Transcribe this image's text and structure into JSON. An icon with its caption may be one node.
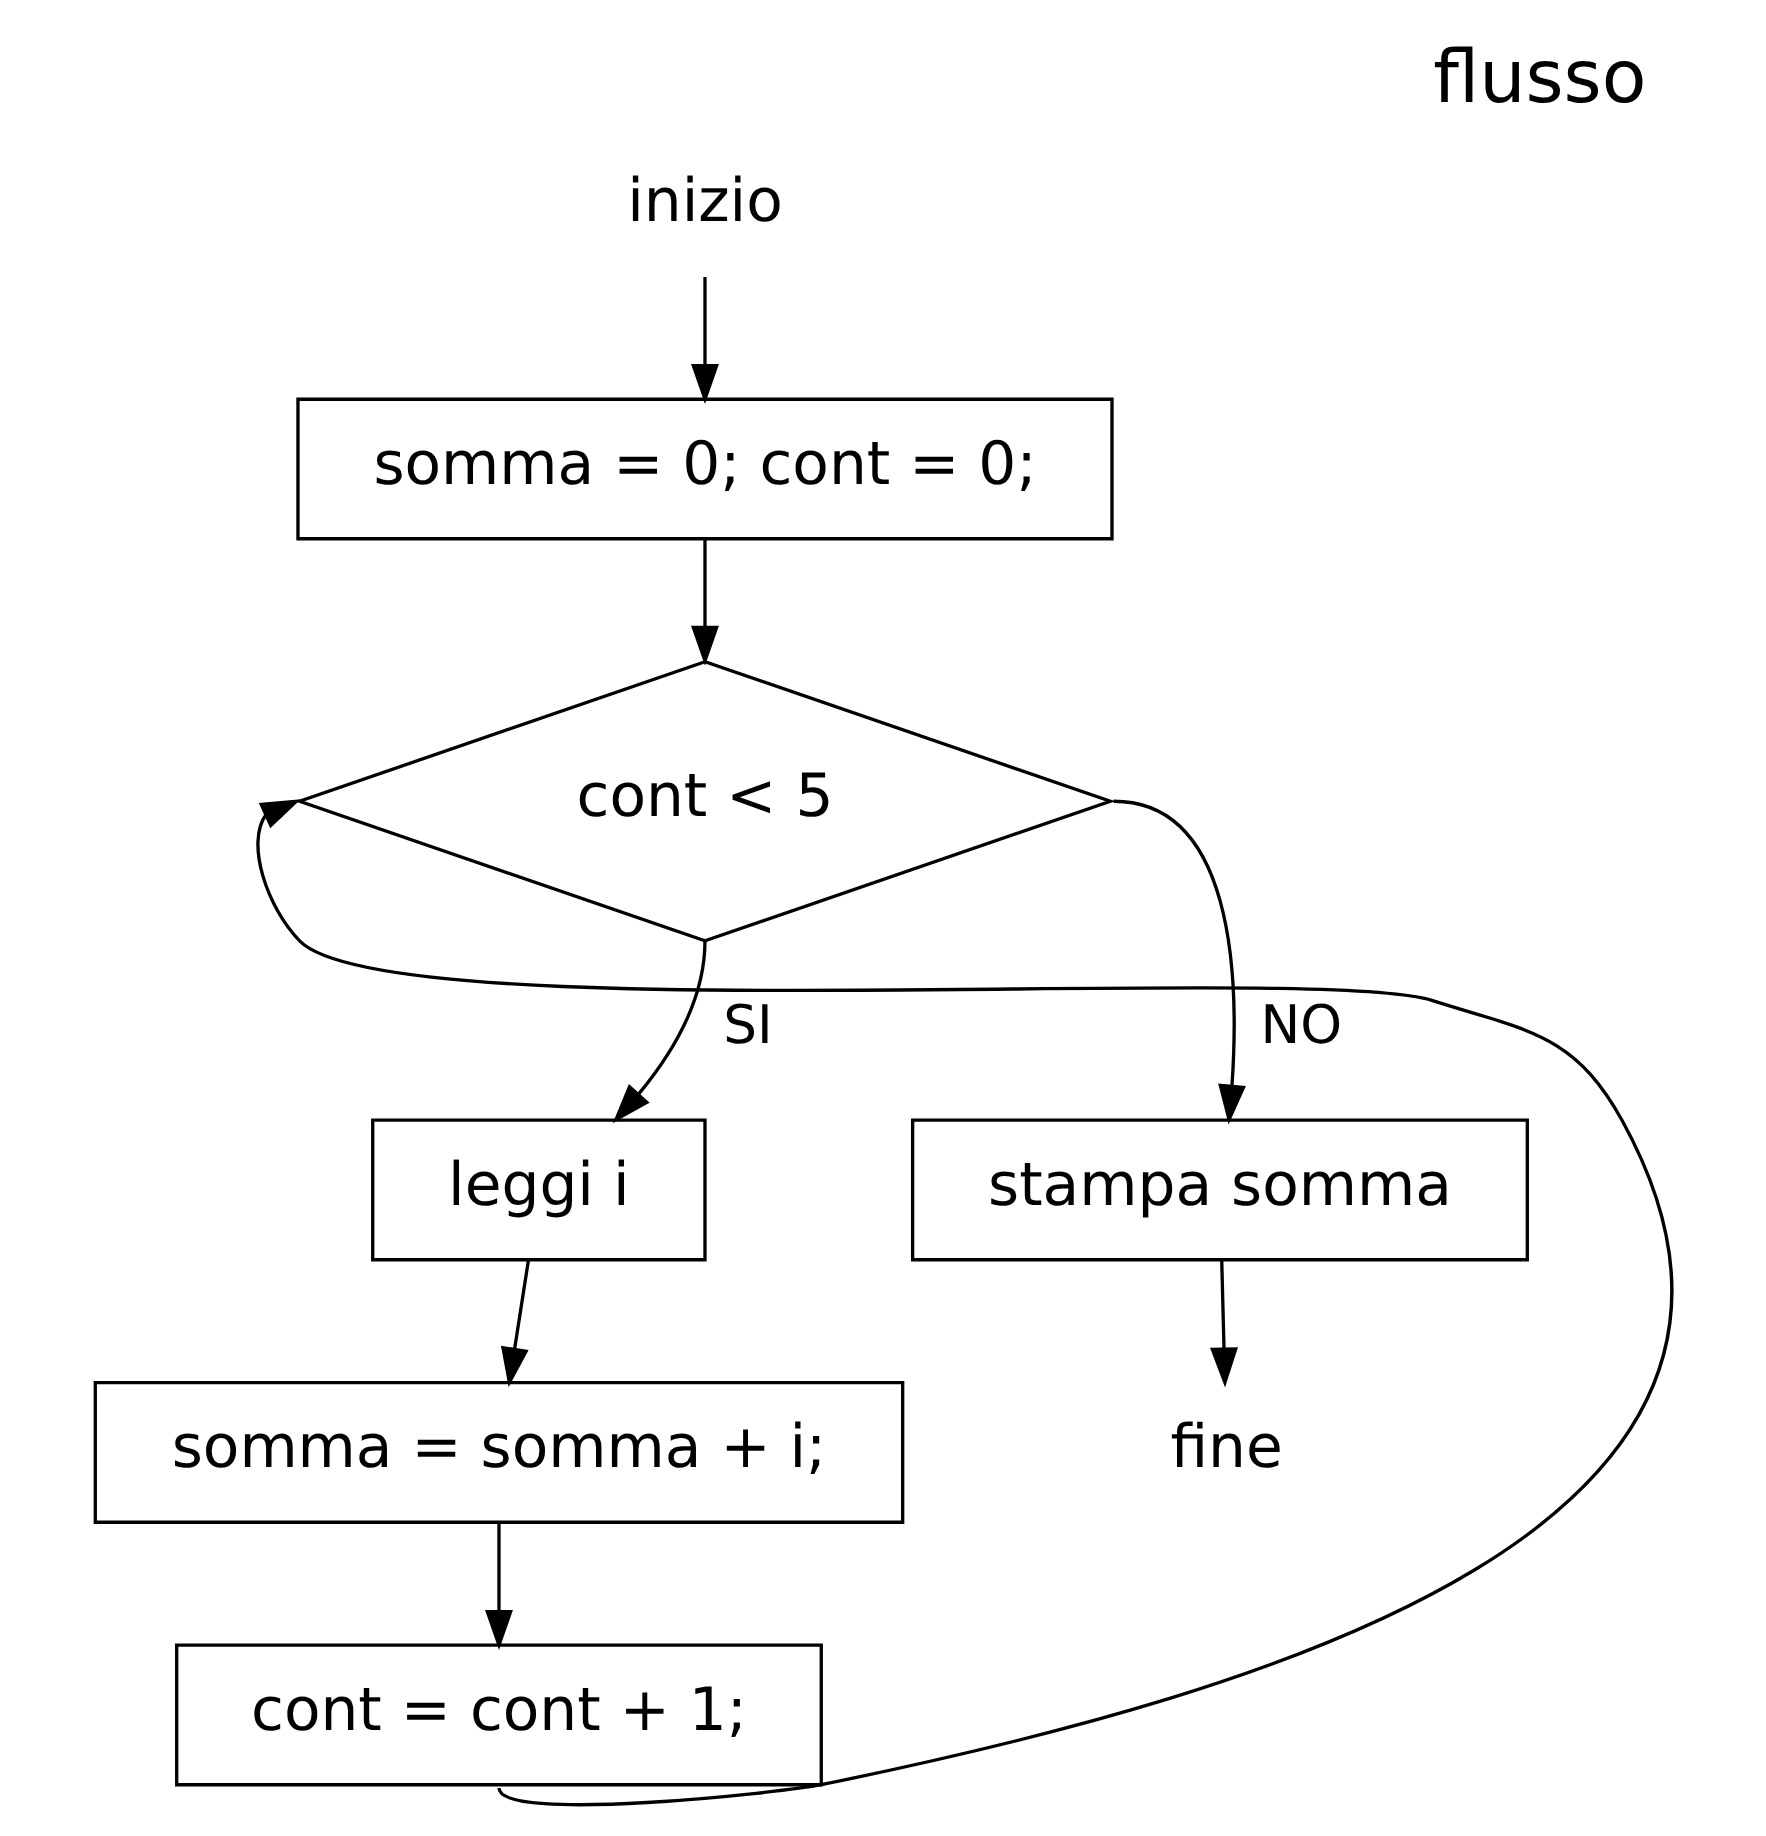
{
  "diagram": {
    "title": "flusso",
    "nodes": [
      {
        "text": [
          "inizio"
        ]
      },
      {
        "text": [
          "somma = 0; cont = 0;"
        ]
      },
      {
        "text": [
          "cont < 5"
        ]
      },
      {
        "text": [
          "leggi i"
        ]
      },
      {
        "text": [
          "somma = somma + i;"
        ]
      },
      {
        "text": [
          "cont = cont + 1;"
        ]
      },
      {
        "text": [
          "stampa somma"
        ]
      },
      {
        "text": [
          "fine"
        ]
      }
    ],
    "edges": [
      {
        "from": 0,
        "to": 1,
        "arrow": "to"
      },
      {
        "from": 1,
        "to": 2,
        "arrow": "to"
      },
      {
        "from": 2,
        "to": 3,
        "arrow": "to",
        "label": "SI"
      },
      {
        "from": 2,
        "to": 6,
        "arrow": "to",
        "label": "NO"
      },
      {
        "from": 3,
        "to": 4,
        "arrow": "to"
      },
      {
        "from": 4,
        "to": 5,
        "arrow": "to"
      },
      {
        "from": 5,
        "to": 2,
        "arrow": "to"
      },
      {
        "from": 6,
        "to": 7,
        "arrow": "to"
      }
    ]
  }
}
